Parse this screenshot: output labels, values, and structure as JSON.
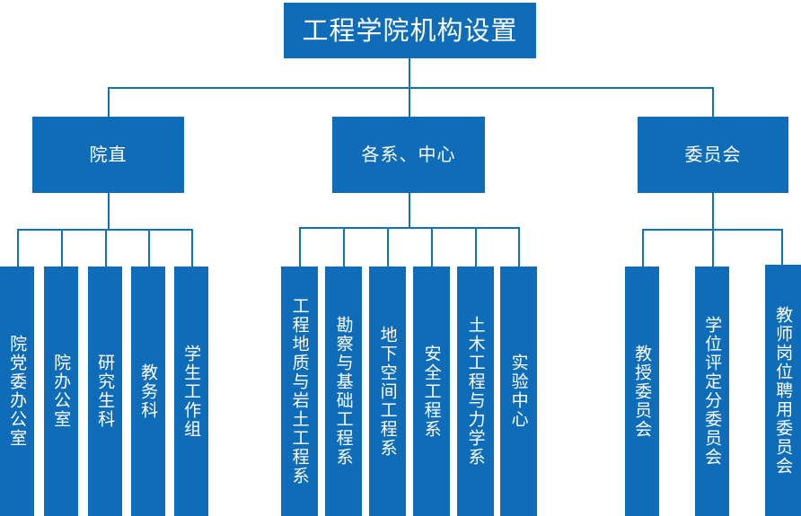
{
  "chart": {
    "title": "工程学院机构设置",
    "accent_color": "#0f6cb8",
    "line_color": "#1070b8",
    "text_color": "#ffffff",
    "background": "#ffffff",
    "type": "organization-chart"
  },
  "root": {
    "label": "工程学院机构设置"
  },
  "branches": [
    {
      "label": "院直",
      "children": [
        {
          "label": "院党委办公室"
        },
        {
          "label": "院办公室"
        },
        {
          "label": "研究生科"
        },
        {
          "label": "教务科"
        },
        {
          "label": "学生工作组"
        }
      ]
    },
    {
      "label": "各系、中心",
      "children": [
        {
          "label": "工程地质与岩土工程系"
        },
        {
          "label": "勘察与基础工程系"
        },
        {
          "label": "地下空间工程系"
        },
        {
          "label": "安全工程系"
        },
        {
          "label": "土木工程与力学系"
        },
        {
          "label": "实验中心"
        }
      ]
    },
    {
      "label": "委员会",
      "children": [
        {
          "label": "教授委员会"
        },
        {
          "label": "学位评定分委员会"
        },
        {
          "label": "教师岗位聘用委员会"
        }
      ]
    }
  ]
}
